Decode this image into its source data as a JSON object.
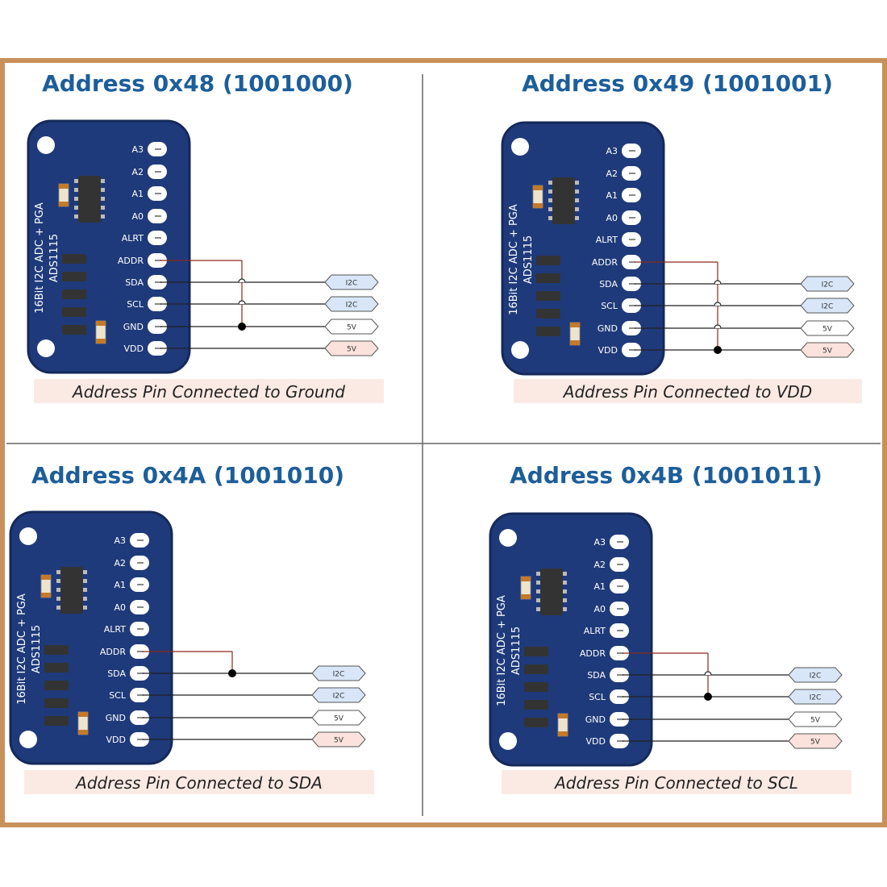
{
  "colors": {
    "frame": "#c8905a",
    "divider": "#666666",
    "title": "#1c5e9a",
    "board": "#1f3a7a",
    "board_edge": "#15295a",
    "pad": "#ffffff",
    "addr_wire": "#8a2a1a",
    "wire": "#222222",
    "i2c_tag": "#d8e6f8",
    "gnd_tag": "#ffffff",
    "vdd_tag": "#fbe2dc",
    "caption_bg": "#fbeae4",
    "chip": "#333333",
    "smd_body": "#eee4cc",
    "smd_end": "#c47a2a"
  },
  "board": {
    "vertical_label_1": "16Bit I2C ADC + PGA",
    "vertical_label_2": "ADS1115",
    "pins": [
      "A3",
      "A2",
      "A1",
      "A0",
      "ALRT",
      "ADDR",
      "SDA",
      "SCL",
      "GND",
      "VDD"
    ]
  },
  "tags": [
    "I2C",
    "I2C",
    "5V",
    "5V"
  ],
  "panels": [
    {
      "title": "Address 0x48 (1001000)",
      "caption": "Address Pin Connected to Ground",
      "addr_to": "GND"
    },
    {
      "title": "Address 0x49 (1001001)",
      "caption": "Address Pin Connected to VDD",
      "addr_to": "VDD"
    },
    {
      "title": "Address 0x4A (1001010)",
      "caption": "Address Pin Connected to SDA",
      "addr_to": "SDA"
    },
    {
      "title": "Address 0x4B (1001011)",
      "caption": "Address Pin Connected to SCL",
      "addr_to": "SCL"
    }
  ]
}
